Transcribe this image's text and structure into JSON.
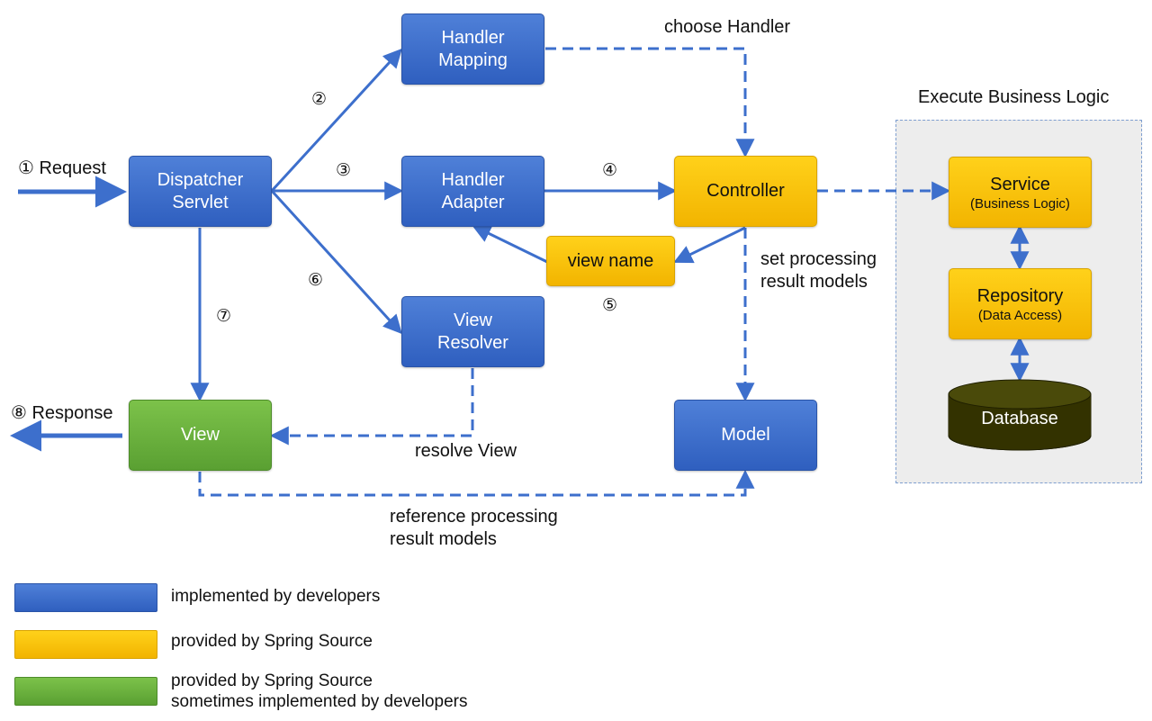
{
  "colors": {
    "developer_blue": "#3b6cc9",
    "spring_yellow": "#f7c400",
    "mixed_green": "#67ae3c",
    "arrow": "#3d6fcc"
  },
  "nodes": {
    "handler_mapping": [
      "Handler",
      "Mapping"
    ],
    "dispatcher_servlet": [
      "Dispatcher",
      "Servlet"
    ],
    "handler_adapter": [
      "Handler",
      "Adapter"
    ],
    "controller": "Controller",
    "view_name": "view name",
    "view_resolver": [
      "View",
      "Resolver"
    ],
    "view": "View",
    "model": "Model",
    "service": {
      "title": "Service",
      "sub": "(Business Logic)"
    },
    "repository": {
      "title": "Repository",
      "sub": "(Data Access)"
    },
    "database": "Database"
  },
  "labels": {
    "request": "① Request",
    "response": "⑧ Response",
    "choose_handler": "choose Handler",
    "execute_business_logic": "Execute Business Logic",
    "set_processing": [
      "set processing",
      "result models"
    ],
    "resolve_view": "resolve View",
    "reference_processing": [
      "reference processing",
      "result models"
    ]
  },
  "steps": {
    "s2": "②",
    "s3": "③",
    "s4": "④",
    "s5": "⑤",
    "s6": "⑥",
    "s7": "⑦"
  },
  "legend": [
    {
      "text": "implemented by developers"
    },
    {
      "text": "provided by Spring Source"
    },
    {
      "text": [
        "provided by Spring Source",
        "sometimes implemented by developers"
      ]
    }
  ]
}
